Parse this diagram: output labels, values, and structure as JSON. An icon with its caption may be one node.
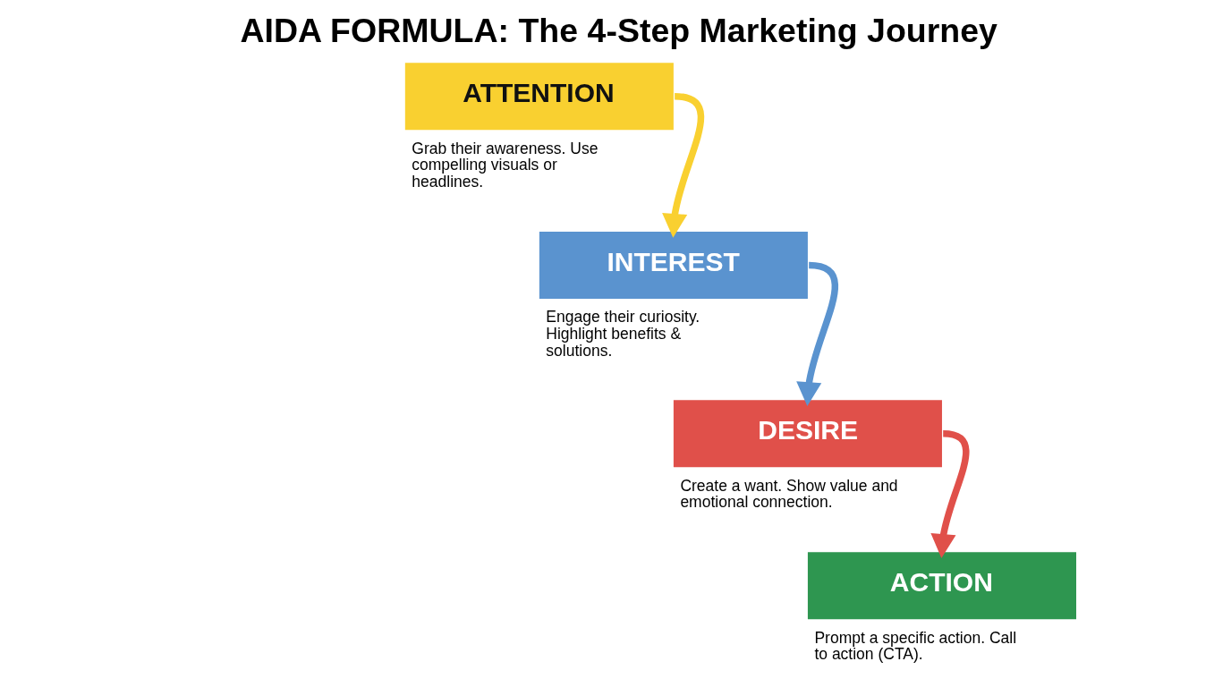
{
  "diagram": {
    "title": "AIDA FORMULA: The 4-Step Marketing Journey",
    "nodes": [
      {
        "text": [
          "ATTENTION"
        ],
        "beside": [
          "Grab their awareness. Use compelling visuals or headlines."
        ]
      },
      {
        "text": [
          "INTEREST"
        ],
        "beside": [
          "Engage their curiosity. Highlight benefits & solutions."
        ]
      },
      {
        "text": [
          "DESIRE"
        ],
        "beside": [
          "Create a want. Show value and emotional connection."
        ]
      },
      {
        "text": [
          "ACTION"
        ],
        "beside": [
          "Prompt a specific action. Call to action (CTA)."
        ]
      }
    ],
    "edges": [
      {
        "from": 0,
        "to": 1,
        "arrow": "to",
        "color": "#f9d030"
      },
      {
        "from": 1,
        "to": 2,
        "arrow": "to",
        "color": "#5a93cf"
      },
      {
        "from": 2,
        "to": 3,
        "arrow": "to",
        "color": "#e0504a"
      }
    ]
  }
}
